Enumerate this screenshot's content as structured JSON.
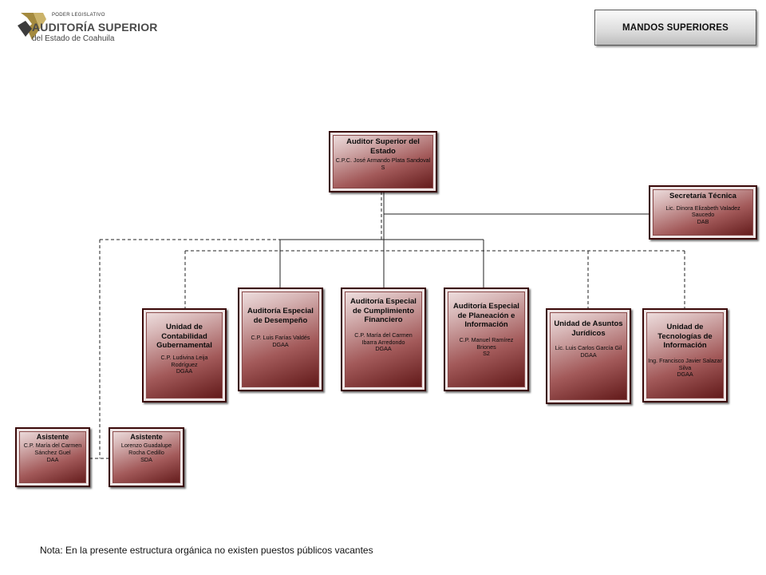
{
  "logo": {
    "line1": "PODER LEGISLATIVO",
    "line2": "AUDITORÍA SUPERIOR",
    "line3": "del Estado de Coahuila"
  },
  "header": {
    "title": "MANDOS SUPERIORES"
  },
  "colors": {
    "box_dark": "#5c1414",
    "box_light": "#f1e4e4",
    "logo_gold": "#a48a3e"
  },
  "nodes": {
    "auditor": {
      "title": "Auditor Superior del Estado",
      "name": "C.P.C. José Armando Plata Sandoval",
      "code": "S"
    },
    "secretaria": {
      "title": "Secretaría Técnica",
      "name": "Lic. Dinora Elizabeth Valadez Saucedo",
      "code": "DAB"
    },
    "contabilidad": {
      "title": "Unidad de Contabilidad Gubernamental",
      "name": "C.P. Ludivina Leija Rodríguez",
      "code": "DGAA"
    },
    "desempeno": {
      "title": "Auditoría Especial de Desempeño",
      "name": "C.P. Luis Farías Valdés",
      "code": "DGAA"
    },
    "cumplimiento": {
      "title": "Auditoría Especial de Cumplimiento Financiero",
      "name": "C.P. María del Carmen Ibarra Arredondo",
      "code": "DGAA"
    },
    "planeacion": {
      "title": "Auditoría Especial de Planeación e Información",
      "name": "C.P. Manuel Ramírez Briones",
      "code": "S2"
    },
    "juridicos": {
      "title": "Unidad de Asuntos Jurídicos",
      "name": "Lic. Luis Carlos García Gil",
      "code": "DGAA"
    },
    "tecnologias": {
      "title": "Unidad de Tecnologías de Información",
      "name": "Ing. Francisco Javier Salazar Silva",
      "code": "DGAA"
    },
    "asistente1": {
      "title": "Asistente",
      "name": "C.P. María del Carmen Sánchez Guel",
      "code": "DAA"
    },
    "asistente2": {
      "title": "Asistente",
      "name": "Lorenzo Guadalupe Rocha Cedillo",
      "code": "SDA"
    }
  },
  "footer": {
    "label": "Nota:",
    "text": "En la presente estructura orgánica no existen puestos públicos vacantes"
  }
}
